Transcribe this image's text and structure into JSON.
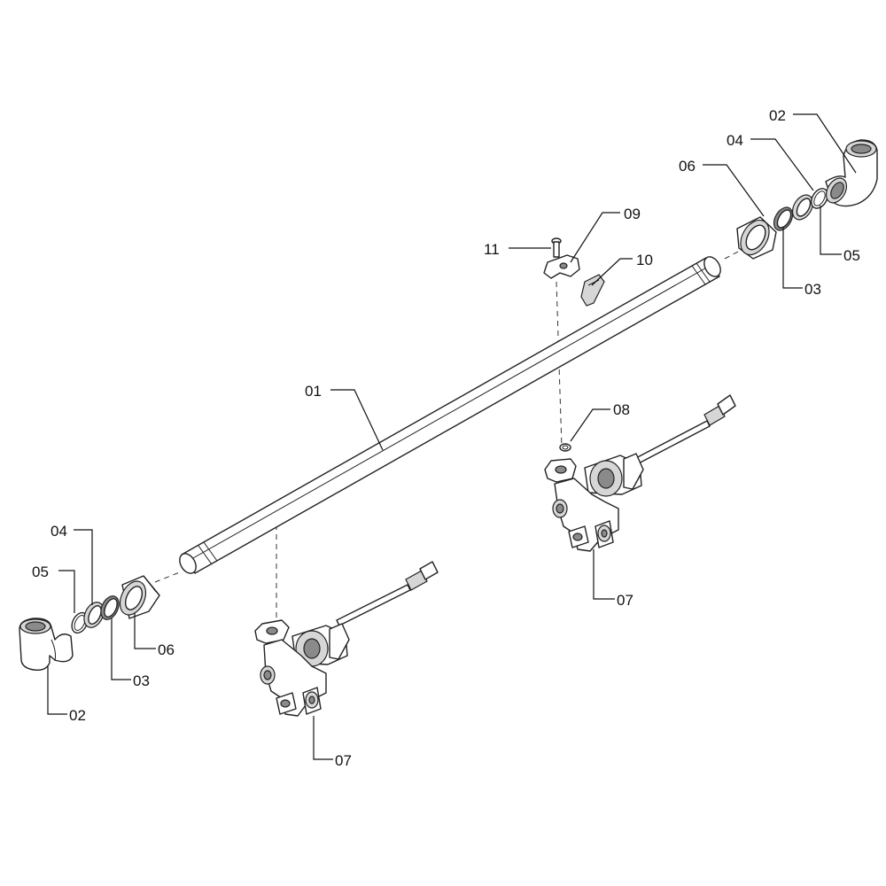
{
  "callouts": {
    "c01": "01",
    "c02_left": "02",
    "c02_right": "02",
    "c03_left": "03",
    "c03_right": "03",
    "c04_left": "04",
    "c04_right": "04",
    "c05_left": "05",
    "c05_right": "05",
    "c06_left": "06",
    "c06_right": "06",
    "c07_left": "07",
    "c07_right": "07",
    "c08": "08",
    "c09": "09",
    "c10": "10",
    "c11": "11"
  }
}
